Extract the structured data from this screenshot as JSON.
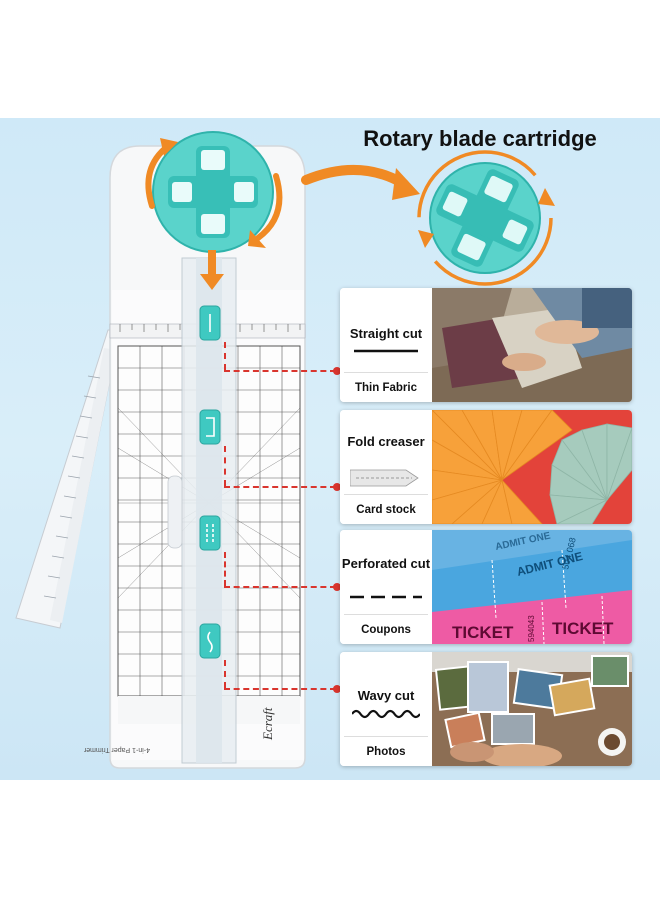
{
  "headline": "Rotary blade cartridge",
  "brand": "Ecraft",
  "product_label": "4-in-1 Paper Trimmer",
  "cards": [
    {
      "id": "straight",
      "title": "Straight cut",
      "subtitle": "Thin Fabric",
      "icon": "straight-line-icon"
    },
    {
      "id": "fold",
      "title": "Fold creaser",
      "subtitle": "Card stock",
      "icon": "fold-crease-icon"
    },
    {
      "id": "perforated",
      "title": "Perforated cut",
      "subtitle": "Coupons",
      "icon": "dashed-line-icon"
    },
    {
      "id": "wavy",
      "title": "Wavy cut",
      "subtitle": "Photos",
      "icon": "wavy-line-icon"
    }
  ],
  "tickets": {
    "admit": "ADMIT ONE",
    "ticket": "TICKET",
    "serial": "504 068",
    "serial2": "594043"
  },
  "colors": {
    "accent_teal": "#3fc9c1",
    "arrow_orange": "#f08a24",
    "connector_red": "#d9352e",
    "background_blue": "#d3ebf8"
  }
}
